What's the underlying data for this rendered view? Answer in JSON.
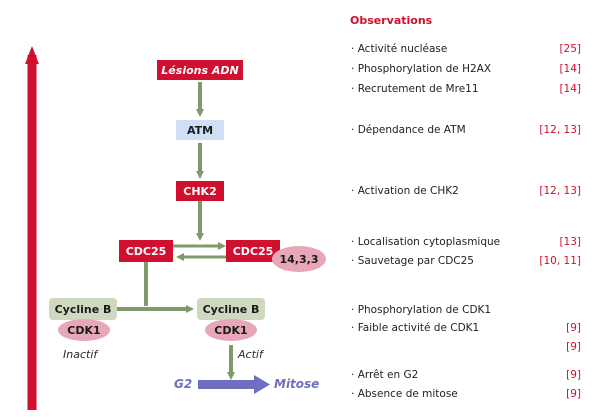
{
  "diagram": {
    "lesions": "Lésions ADN",
    "atm": "ATM",
    "chk2": "CHK2",
    "cdc25_left": "CDC25",
    "cdc25_right": "CDC25",
    "protein_1433": "14,3,3",
    "cyclin_left": "Cycline B",
    "cdk1_left": "CDK1",
    "cyclin_right": "Cycline B",
    "cdk1_right": "CDK1",
    "inactive": "Inactif",
    "active": "Actif",
    "g2": "G2",
    "mitosis": "Mitose"
  },
  "observations": {
    "title": "Observations",
    "items": [
      {
        "text": "Activité nucléase",
        "ref": "[25]"
      },
      {
        "text": "Phosphorylation de H2AX",
        "ref": "[14]"
      },
      {
        "text": "Recrutement de Mre11",
        "ref": "[14]"
      },
      {
        "text": "Dépendance de ATM",
        "ref": "[12, 13]"
      },
      {
        "text": "Activation de CHK2",
        "ref": "[12, 13]"
      },
      {
        "text": "Localisation cytoplasmique",
        "ref": "[13]"
      },
      {
        "text": "Sauvetage par CDC25",
        "ref": "[10, 11]"
      },
      {
        "text": "Phosphorylation de CDK1",
        "ref": ""
      },
      {
        "text": "Faible activité de CDK1",
        "ref": "[9]"
      },
      {
        "text": "",
        "ref": "[9]"
      },
      {
        "text": "Arrêt en G2",
        "ref": "[9]"
      },
      {
        "text": "Absence de mitose",
        "ref": "[9]"
      }
    ]
  },
  "colors": {
    "red": "#d10f2f",
    "green_arrow": "#7f9a6a",
    "purple_arrow": "#6f6fbf",
    "blue_box": "#cfe0f6",
    "green_box": "#cfd9bf",
    "pink_ellipse": "#e7a7b8"
  }
}
